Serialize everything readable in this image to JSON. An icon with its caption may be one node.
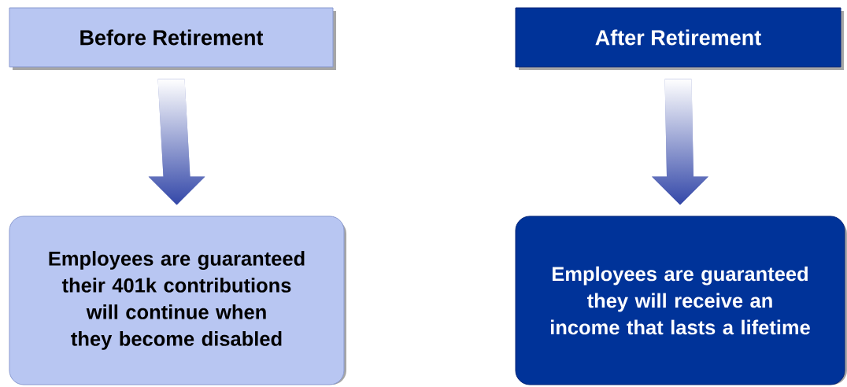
{
  "diagram": {
    "nodes": [
      {
        "text": [
          "Before Retirement"
        ]
      },
      {
        "text": [
          "After Retirement"
        ]
      },
      {
        "text": [
          "Employees are guaranteed their 401k contributions will continue when they become disabled"
        ]
      },
      {
        "text": [
          "Employees are guaranteed they will receive an income that lasts a lifetime"
        ]
      }
    ],
    "edges": [
      {
        "from": 0,
        "to": 2,
        "arrow": "to"
      },
      {
        "from": 1,
        "to": 3,
        "arrow": "to"
      }
    ]
  }
}
